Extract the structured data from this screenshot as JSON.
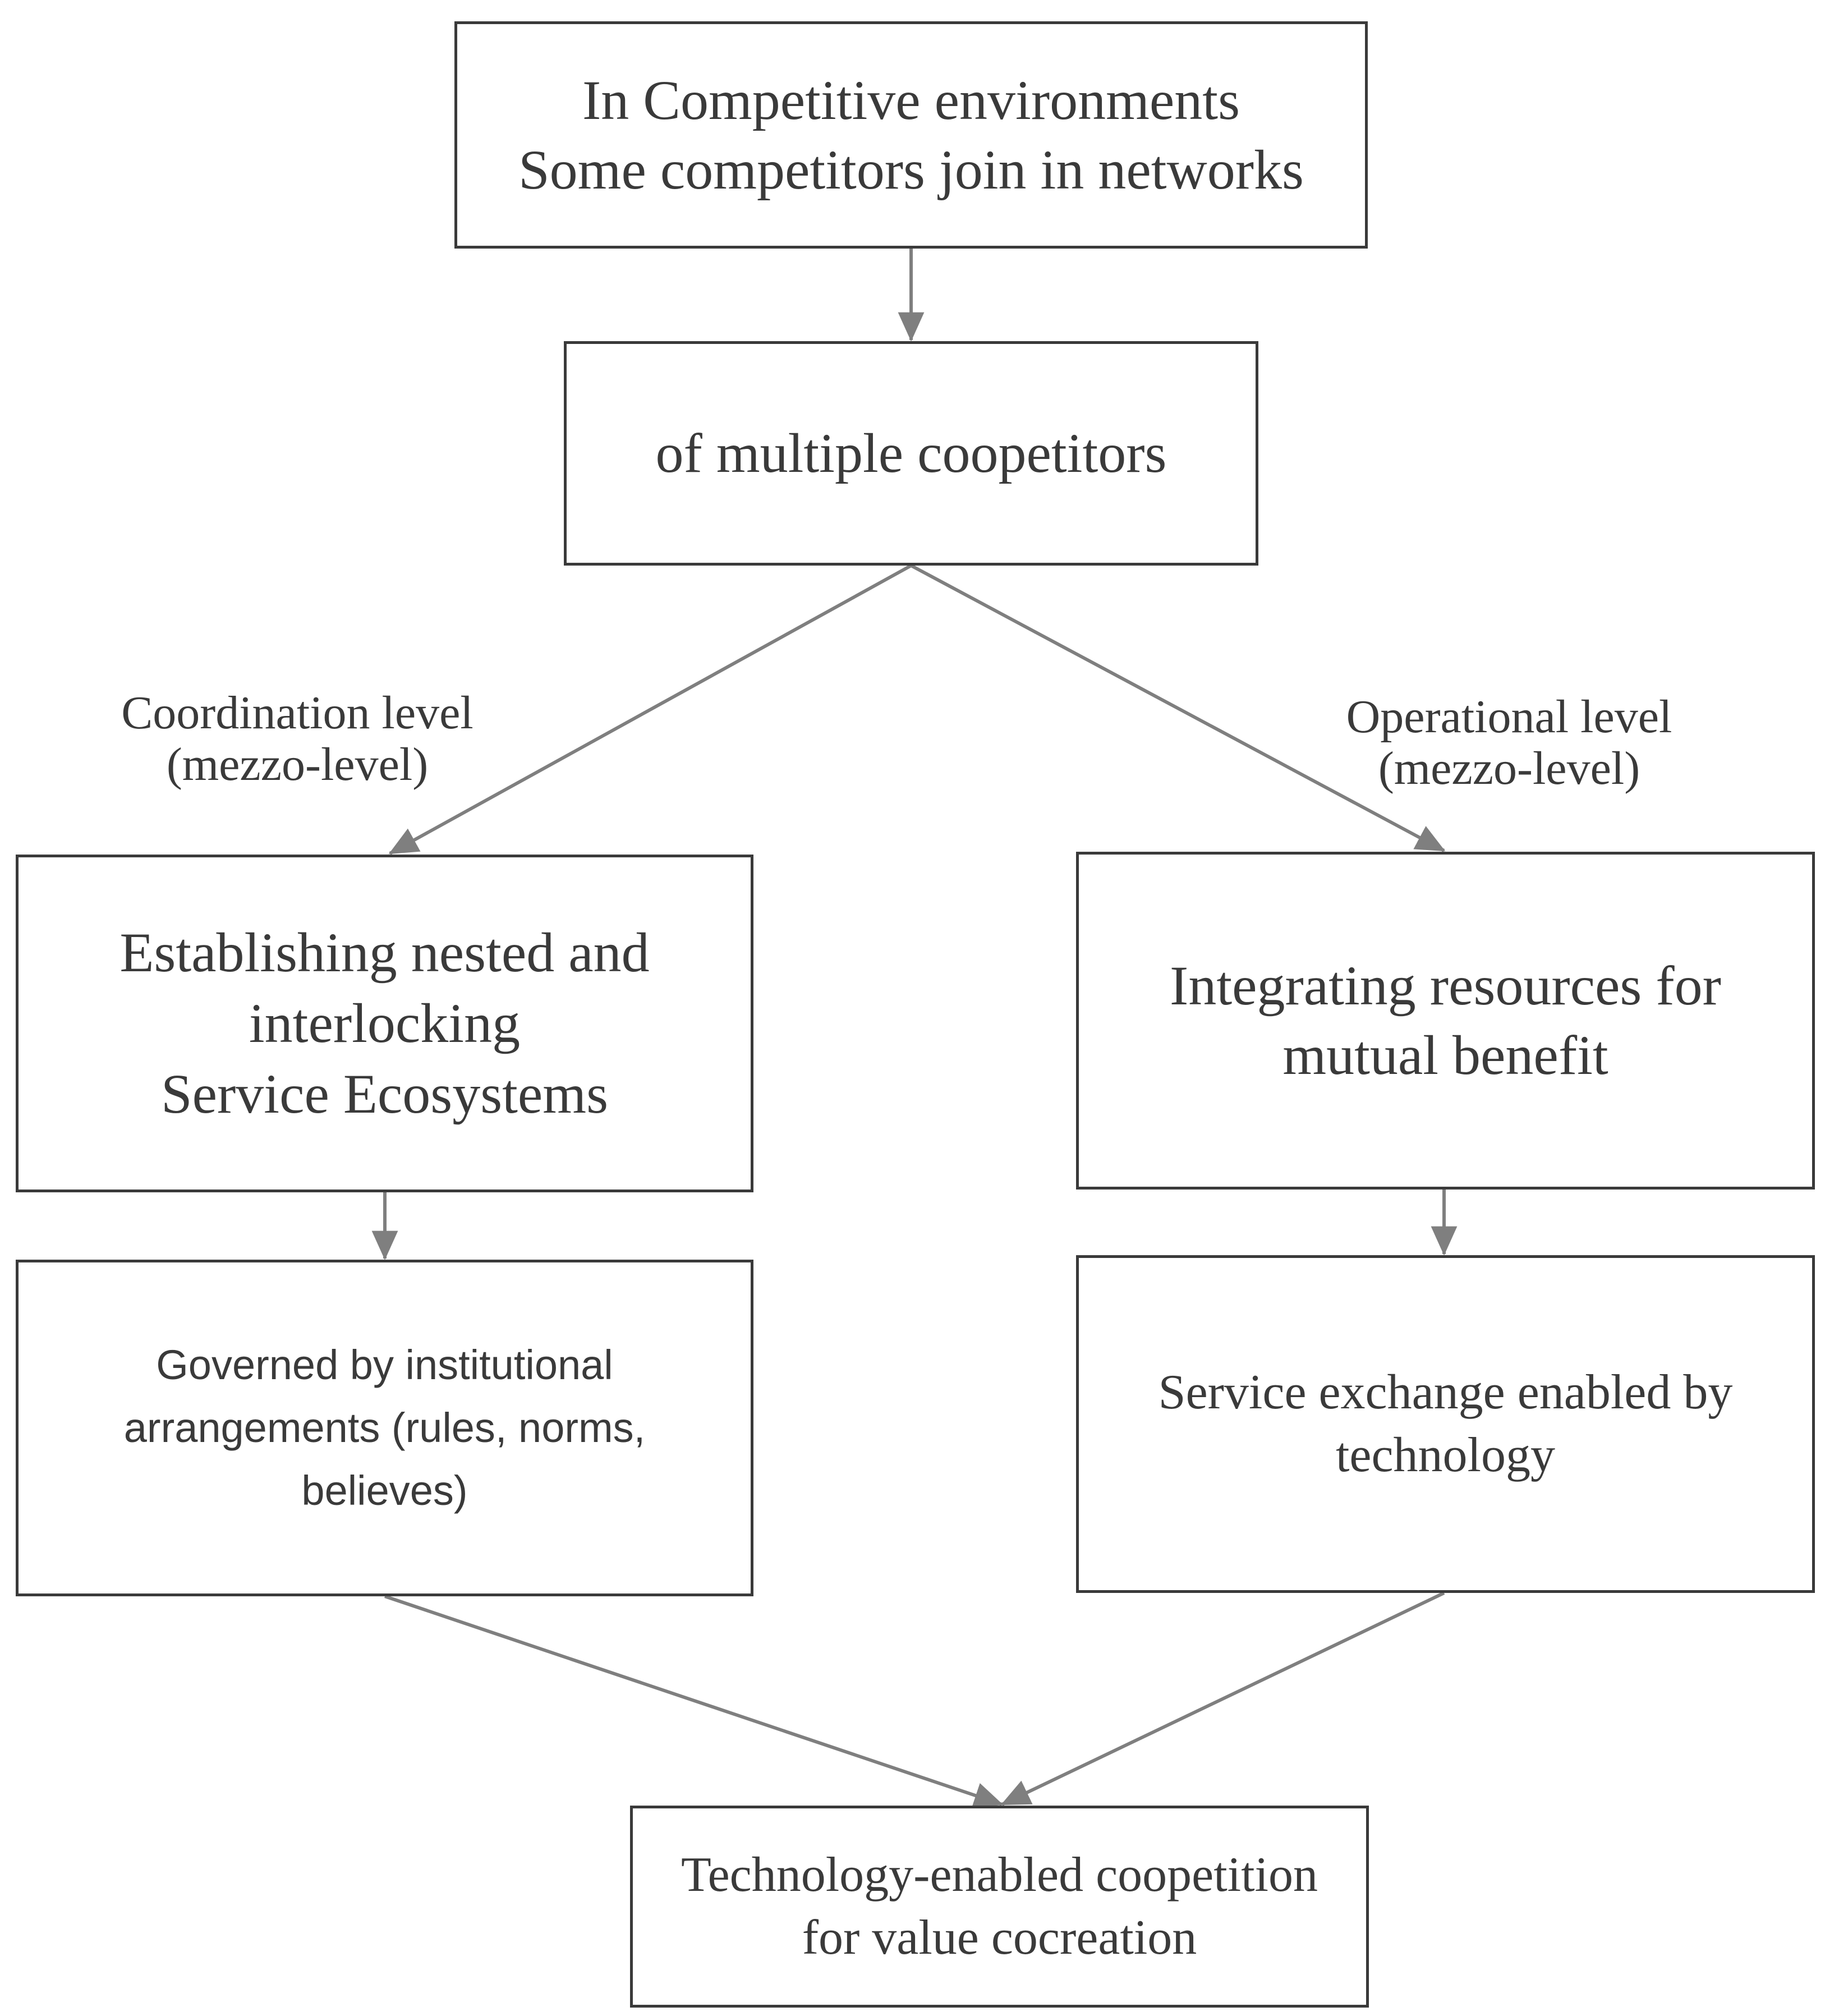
{
  "nodes": {
    "top": {
      "lines": [
        "In Competitive environments",
        "Some competitors  join in networks"
      ]
    },
    "middle": {
      "lines": [
        "of multiple coopetitors"
      ]
    },
    "left_upper": {
      "lines": [
        "Establishing  nested and",
        "interlocking",
        "Service  Ecosystems"
      ]
    },
    "right_upper": {
      "lines": [
        "Integrating  resources  for",
        "mutual  benefit"
      ]
    },
    "left_lower": {
      "lines": [
        "Governed by institutional",
        "arrangements (rules, norms,",
        "believes)"
      ]
    },
    "right_lower": {
      "lines": [
        "Service  exchange enabled by",
        "technology"
      ]
    },
    "bottom": {
      "lines": [
        "Technology-enabled coopetition",
        "for value cocreation"
      ]
    }
  },
  "edge_labels": {
    "left": {
      "lines": [
        "Coordination level",
        "(mezzo-level)"
      ]
    },
    "right": {
      "lines": [
        "Operational level",
        "(mezzo-level)"
      ]
    }
  },
  "colors": {
    "box_border": "#3a3a3a",
    "text": "#3a3a3a",
    "connector": "#7f7f7f"
  }
}
